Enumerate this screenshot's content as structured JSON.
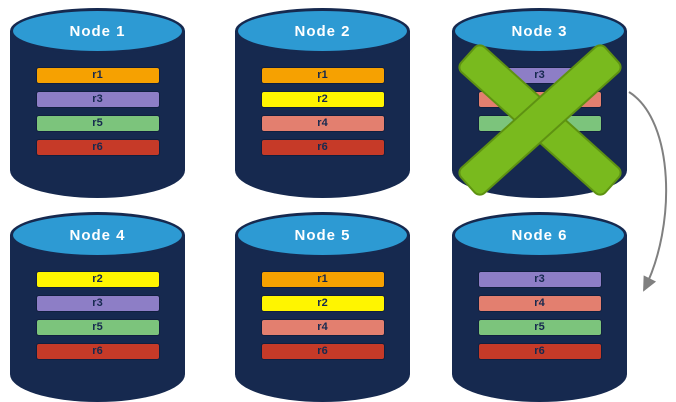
{
  "nodes": [
    {
      "label": "Node 1",
      "replicas": [
        {
          "label": "r1",
          "color": "#F6A101"
        },
        {
          "label": "r3",
          "color": "#8D7EC6"
        },
        {
          "label": "r5",
          "color": "#7CC47C"
        },
        {
          "label": "r6",
          "color": "#C63A28"
        }
      ]
    },
    {
      "label": "Node 2",
      "replicas": [
        {
          "label": "r1",
          "color": "#F6A101"
        },
        {
          "label": "r2",
          "color": "#FFF500"
        },
        {
          "label": "r4",
          "color": "#E37F6F"
        },
        {
          "label": "r6",
          "color": "#C63A28"
        }
      ]
    },
    {
      "label": "Node 3",
      "failed": true,
      "replicas": [
        {
          "label": "r3",
          "color": "#8D7EC6"
        },
        {
          "label": "r4",
          "color": "#E37F6F"
        },
        {
          "label": "r5",
          "color": "#7CC47C"
        }
      ]
    },
    {
      "label": "Node 4",
      "replicas": [
        {
          "label": "r2",
          "color": "#FFF500"
        },
        {
          "label": "r3",
          "color": "#8D7EC6"
        },
        {
          "label": "r5",
          "color": "#7CC47C"
        },
        {
          "label": "r6",
          "color": "#C63A28"
        }
      ]
    },
    {
      "label": "Node 5",
      "replicas": [
        {
          "label": "r1",
          "color": "#F6A101"
        },
        {
          "label": "r2",
          "color": "#FFF500"
        },
        {
          "label": "r4",
          "color": "#E37F6F"
        },
        {
          "label": "r6",
          "color": "#C63A28"
        }
      ]
    },
    {
      "label": "Node 6",
      "replicas": [
        {
          "label": "r3",
          "color": "#8D7EC6"
        },
        {
          "label": "r4",
          "color": "#E37F6F"
        },
        {
          "label": "r5",
          "color": "#7CC47C"
        },
        {
          "label": "r6",
          "color": "#C63A28"
        }
      ]
    }
  ],
  "overlay": {
    "icon": "failure-x-icon",
    "on_node": "Node 3",
    "color": "#79BA1E"
  },
  "arrow": {
    "from": "Node 3",
    "to": "Node 6",
    "color": "#808080"
  },
  "colors": {
    "cylinder_body": "#16294F",
    "cylinder_top": "#2D9AD3",
    "background": "#FFFFFF"
  }
}
